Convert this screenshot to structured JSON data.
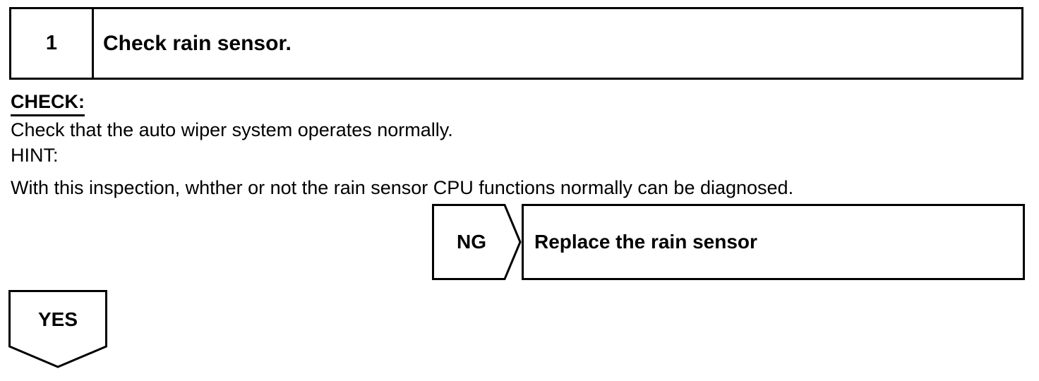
{
  "step": {
    "number": "1",
    "title": "Check rain sensor."
  },
  "check": {
    "heading": "CHECK:",
    "text": "Check that the auto wiper system operates normally."
  },
  "hint": {
    "label": "HINT:",
    "text": "With this inspection, whther or not the rain sensor CPU functions normally can be diagnosed."
  },
  "ng_branch": {
    "label": "NG",
    "action": "Replace the rain sensor"
  },
  "yes_branch": {
    "label": "YES"
  }
}
